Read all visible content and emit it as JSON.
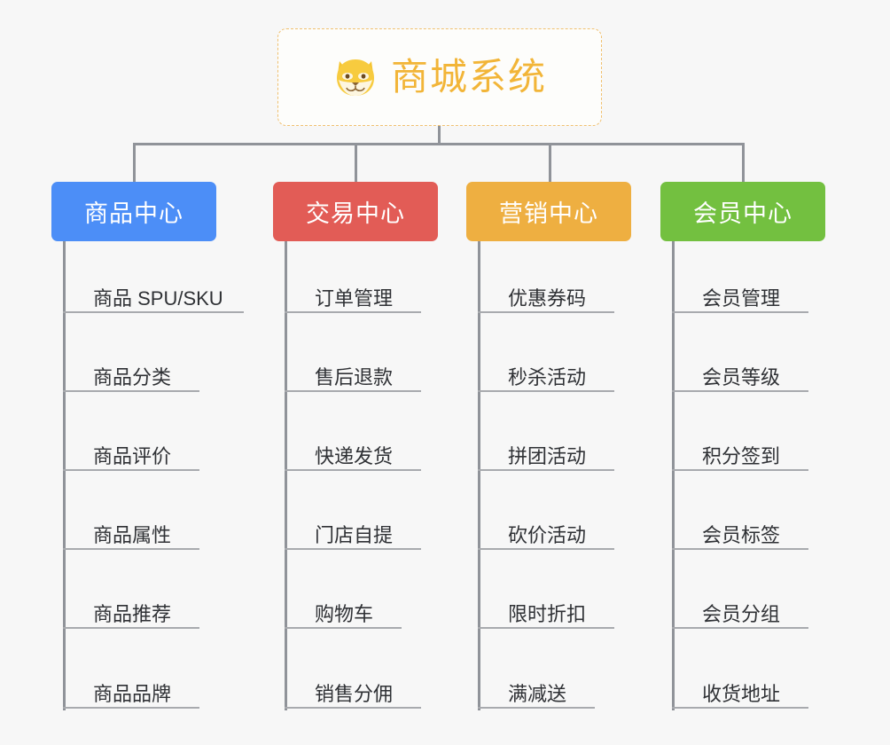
{
  "diagram": {
    "title": "商城系统",
    "root": {
      "label": "商城系统",
      "icon": "shiba-dog-face-icon",
      "text_color": "#f2b538",
      "border_color": "#f0c070"
    },
    "connector_color": "#909399",
    "background_color": "#f7f7f7",
    "columns": [
      {
        "id": "product-center",
        "label": "商品中心",
        "color": "#4c8ef7",
        "items": [
          "商品 SPU/SKU",
          "商品分类",
          "商品评价",
          "商品属性",
          "商品推荐",
          "商品品牌"
        ]
      },
      {
        "id": "trade-center",
        "label": "交易中心",
        "color": "#e25c56",
        "items": [
          "订单管理",
          "售后退款",
          "快递发货",
          "门店自提",
          "购物车",
          "销售分佣"
        ]
      },
      {
        "id": "marketing-center",
        "label": "营销中心",
        "color": "#eeaf41",
        "items": [
          "优惠券码",
          "秒杀活动",
          "拼团活动",
          "砍价活动",
          "限时折扣",
          "满减送"
        ]
      },
      {
        "id": "member-center",
        "label": "会员中心",
        "color": "#73c040",
        "items": [
          "会员管理",
          "会员等级",
          "积分签到",
          "会员标签",
          "会员分组",
          "收货地址"
        ]
      }
    ]
  }
}
